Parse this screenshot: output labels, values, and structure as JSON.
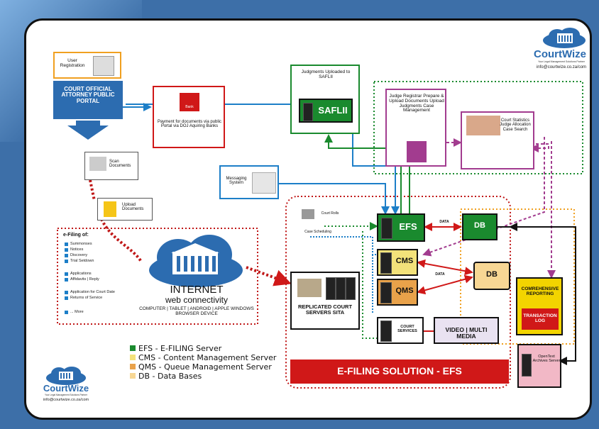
{
  "brand": {
    "name": "CourtWize",
    "tagline": "Your Legal Management Solutions Partner",
    "email": "info@courtwize.co.za/com"
  },
  "user_reg": "User Registration",
  "portal": "COURT OFFICIAL ATTORNEY PUBLIC PORTAL",
  "bank": {
    "label": "Bank",
    "payment": "Payment for documents via public Portal via DOJ Aquiring Banks"
  },
  "scan": "Scan Documents",
  "upload": "Upload Documents",
  "messaging": "Messaging System",
  "judgments": {
    "text": "Judgments Uploaded to SAFLII",
    "label": "SAFLII"
  },
  "judge_registrar": "Judge Registrar Prepare & Upload Documents Upload Judgments Case Management",
  "court_stats": "Court Statistics Judge Allocation Case Search",
  "efiling": {
    "title": "e-Filing of:",
    "items": [
      "Summonses",
      "Notices",
      "Discovery",
      "Trial Setdown",
      "Applications",
      "Affidavits | Reply",
      "Application for Court Date",
      "Returns of Service",
      "... More"
    ]
  },
  "internet": {
    "title": "INTERNET",
    "sub": "web connectivity",
    "devices": "COMPUTER | TABLET | ANDROID | APPLE WINDOWS BROWSER DEVICE"
  },
  "replicated": "REPLICATED COURT SERVERS SITA",
  "court_rolls": "Court Rolls",
  "case_sched": "Case Scheduling",
  "efs": "EFS",
  "cms": "CMS",
  "qms": "QMS",
  "db1": "DB",
  "db2": "DB",
  "data1": "DATA",
  "data2": "DATA",
  "court_services": "COURT SERVICES",
  "video": "VIDEO | MULTI MEDIA",
  "reporting": "COMREHENSIVE REPORTING",
  "transaction": "TRANSACTION LOG",
  "opentext": "OpenText Archives Server",
  "solution": "E-FILING SOLUTION - EFS",
  "legend": [
    {
      "code": "EFS",
      "text": "- E-FILING Server",
      "color": "#1a8a2e"
    },
    {
      "code": "CMS",
      "text": "- Content Management Server",
      "color": "#f3e27a"
    },
    {
      "code": "QMS",
      "text": "- Queue Management Server",
      "color": "#e9a24a"
    },
    {
      "code": "DB",
      "text": "- Data Bases",
      "color": "#f7d794"
    }
  ],
  "colors": {
    "green": "#1a8a2e",
    "red": "#d01818",
    "blue": "#1d7fc8",
    "purple": "#a23c8f",
    "yellow": "#f3d400",
    "orange": "#f0a020"
  }
}
